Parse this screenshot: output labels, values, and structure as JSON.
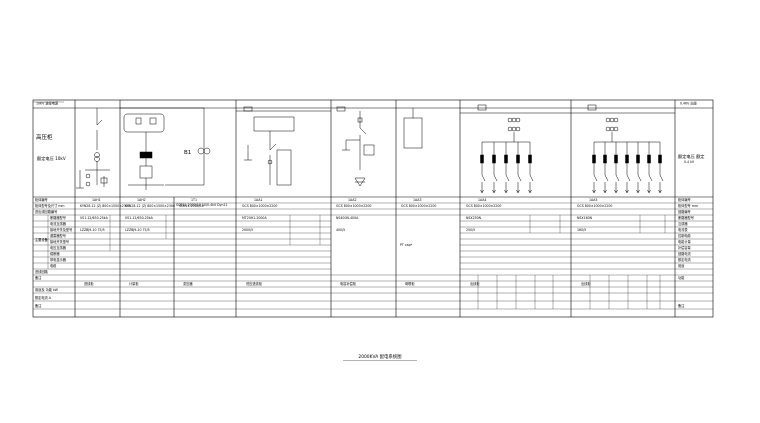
{
  "left_header": {
    "top_note": "10KV 进线电源",
    "title": "高压柜",
    "subtitle": "额定电压 10kV"
  },
  "right_header": {
    "top_note": "0.4KV 出线",
    "subtitle_line1": "额定电压 额定",
    "subtitle_line2": "0.4 kV"
  },
  "row_labels_left": [
    "柜体编号",
    "柜体型号及尺寸 mm",
    "进出线回路编号",
    "断路器型号",
    "电流互感器",
    "接地开关及型号",
    "避雷器型号",
    "接地开关型号",
    "电压互感器",
    "熔断器",
    "带电显示器",
    "电缆",
    "进线回路",
    "备注",
    "用途及 功能 kW",
    "额定电流 A",
    "备注"
  ],
  "row_labels_right": [
    "柜体编号",
    "柜体型号 mm",
    "回路编号",
    "断路器型号",
    "互感器",
    "电流表",
    "控制电缆",
    "电能计量",
    "补偿容量",
    "回路电流",
    "额定电流",
    "用途",
    "功能",
    "备注"
  ],
  "side_label": "主要设备",
  "panels": [
    {
      "no": "1AH1",
      "model": "KYN28-12 (Z) 800×1500×2300",
      "breaker": "VS1-12/630-25kA",
      "ct": "LZZBJ9-10 75/5",
      "use": "进线柜"
    },
    {
      "no": "1AH2",
      "model": "KYN28-12 (Z) 800×1500×2300",
      "breaker": "VS1-12/630-25kA",
      "ct": "LZZBJ9-10 75/5",
      "use": "计量柜"
    },
    {
      "no": "1T1",
      "model": "SCB11-2000/10",
      "breaker": "",
      "ct": "",
      "use": "变压器"
    },
    {
      "no": "1AA1",
      "model": "GCS 800×1000×2200",
      "breaker": "MT20H1-2000A",
      "ct": "2000/5",
      "use": "低压进线柜"
    },
    {
      "no": "1AA2",
      "model": "GCS 800×1000×2200",
      "breaker": "NS400N-400A",
      "ct": "400/5",
      "use": "电容补偿柜"
    },
    {
      "no": "1AA3",
      "model": "GCS 800×1000×2200",
      "breaker": "",
      "ct": "",
      "use": "母联柜"
    },
    {
      "no": "1AA4",
      "model": "GCS 800×1000×2200",
      "breaker": "NSX250N",
      "ct": "250/5",
      "use": "出线柜"
    },
    {
      "no": "1AA5",
      "model": "GCS 800×1000×2200",
      "breaker": "NSX160N",
      "ct": "160/5",
      "use": "出线柜"
    }
  ],
  "busbar_label": "B1",
  "transformer_label": "SCB11-2000/10 10/0.4kV Dyn11",
  "empty_panel_note": "PT cap*",
  "caption": "2000KVA 配电系统图"
}
